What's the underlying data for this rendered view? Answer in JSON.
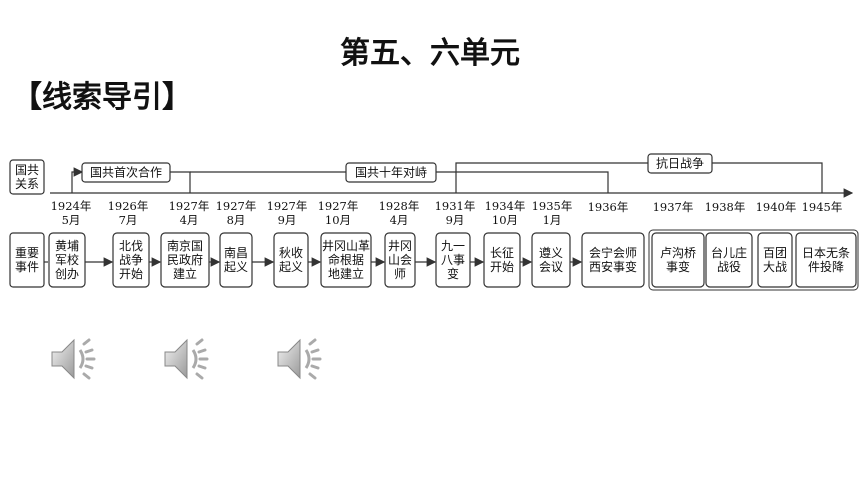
{
  "title": "第五、六单元",
  "subtitle": "【线索导引】",
  "relation_label": [
    "国共",
    "关系"
  ],
  "relation_phases": [
    "国共首次合作",
    "国共十年对峙",
    "抗日战争"
  ],
  "dates": [
    [
      "1924年",
      "5月"
    ],
    [
      "1926年",
      "7月"
    ],
    [
      "1927年",
      "4月"
    ],
    [
      "1927年",
      "8月"
    ],
    [
      "1927年",
      "9月"
    ],
    [
      "1927年",
      "10月"
    ],
    [
      "1928年",
      "4月"
    ],
    [
      "1931年",
      "9月"
    ],
    [
      "1934年",
      "10月"
    ],
    [
      "1935年",
      "1月"
    ],
    [
      "1936年"
    ],
    [
      "1937年"
    ],
    [
      "1938年"
    ],
    [
      "1940年"
    ],
    [
      "1945年"
    ]
  ],
  "events_label": [
    "重要",
    "事件"
  ],
  "events": [
    [
      "黄埔",
      "军校",
      "创办"
    ],
    [
      "北伐",
      "战争",
      "开始"
    ],
    [
      "南京国",
      "民政府",
      "建立"
    ],
    [
      "南昌",
      "起义"
    ],
    [
      "秋收",
      "起义"
    ],
    [
      "井冈山革",
      "命根据",
      "地建立"
    ],
    [
      "井冈",
      "山会",
      "师"
    ],
    [
      "九一",
      "八事",
      "变"
    ],
    [
      "长征",
      "开始"
    ],
    [
      "遵义",
      "会议"
    ],
    [
      "会宁会师",
      "西安事变"
    ],
    [
      "卢沟桥",
      "事变"
    ],
    [
      "台儿庄",
      "战役"
    ],
    [
      "百团",
      "大战"
    ],
    [
      "日本无条",
      "件投降"
    ]
  ],
  "speaker_icons": [
    "speaker-icon",
    "speaker-icon",
    "speaker-icon"
  ]
}
